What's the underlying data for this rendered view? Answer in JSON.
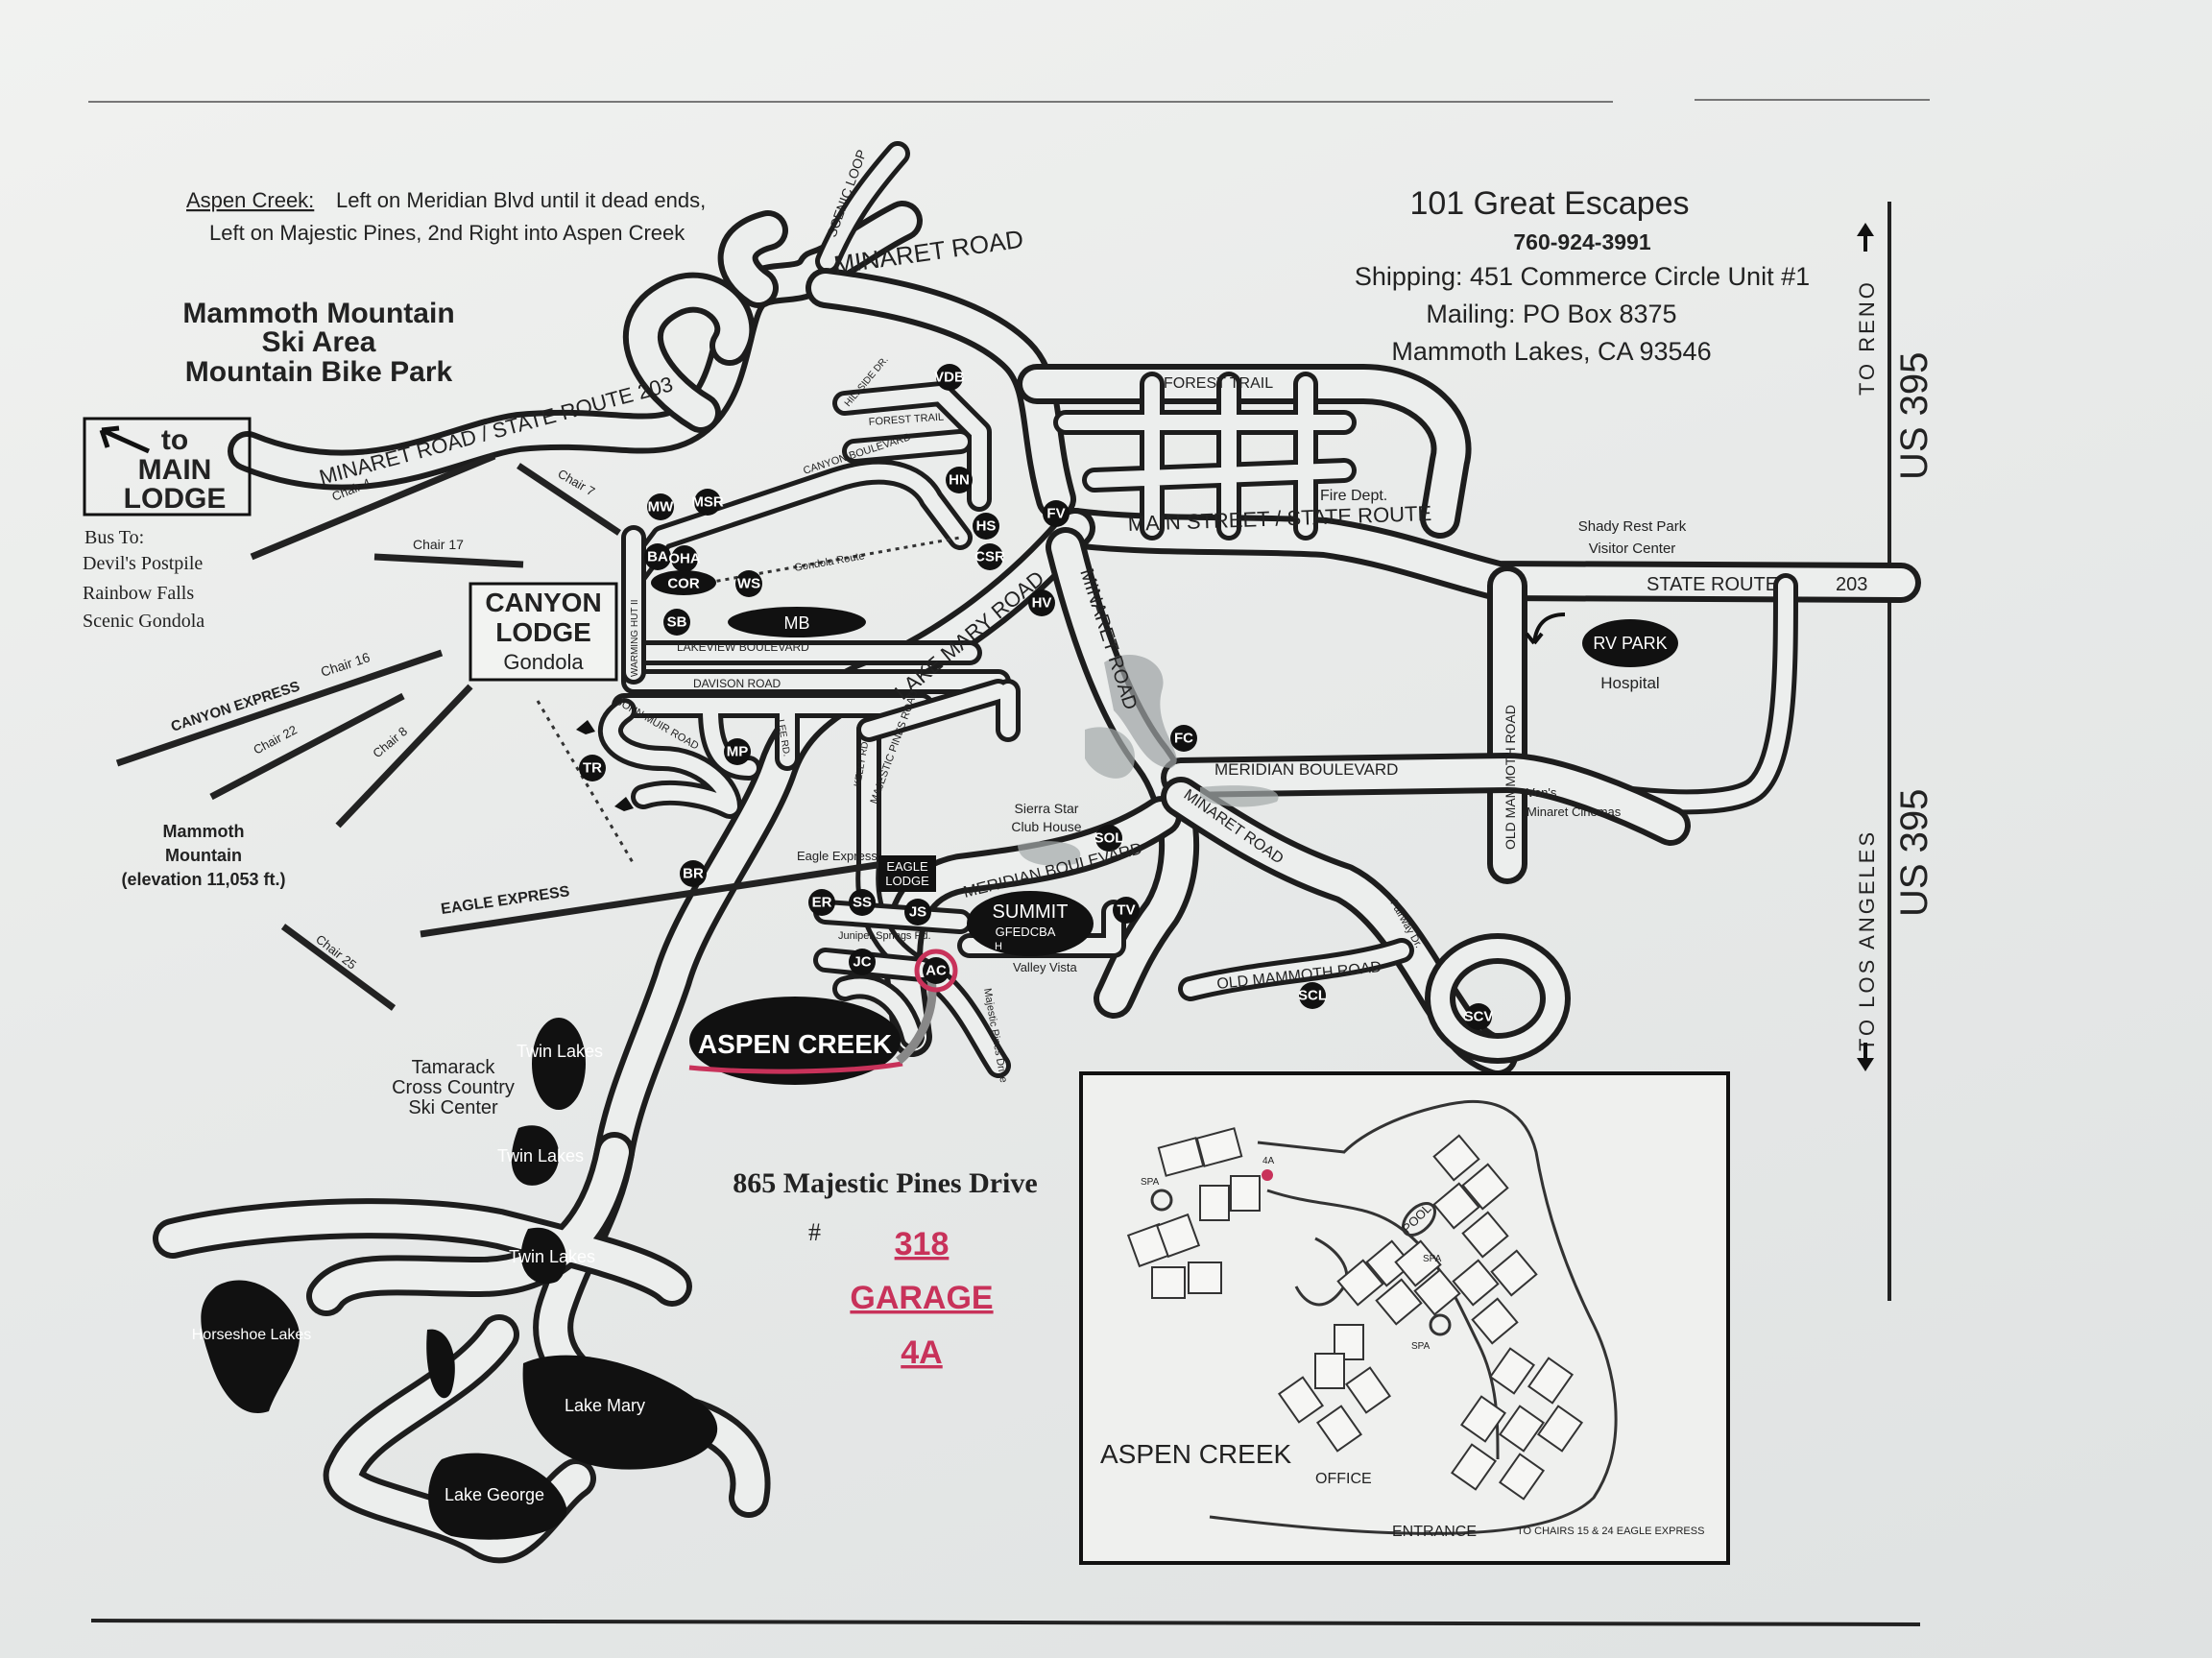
{
  "directions": {
    "place": "Aspen Creek:",
    "line1": "Left on Meridian Blvd until it dead ends,",
    "line2": "Left on Majestic Pines, 2nd Right into Aspen Creek"
  },
  "company": {
    "name": "101 Great Escapes",
    "phone": "760-924-3991",
    "shipping": "Shipping: 451 Commerce Circle Unit #1",
    "mailing": "Mailing: PO Box 8375",
    "city": "Mammoth Lakes, CA 93546"
  },
  "mountain": {
    "line1": "Mammoth Mountain",
    "line2": "Ski Area",
    "line3": "Mountain Bike Park"
  },
  "main_lodge": {
    "to": "to",
    "line1": "MAIN",
    "line2": "LODGE"
  },
  "bus": {
    "title": "Bus To:",
    "stops": [
      "Devil's Postpile",
      "Rainbow Falls",
      "Scenic Gondola"
    ]
  },
  "canyon_lodge": {
    "line1": "CANYON",
    "line2": "LODGE",
    "sub": "Gondola"
  },
  "summit": {
    "name": "SUMMIT",
    "sub": "GFEDCBA",
    "sub2": "H"
  },
  "aspen_creek_label": "ASPEN CREEK",
  "elevation": {
    "line1": "Mammoth",
    "line2": "Mountain",
    "line3": "(elevation 11,053 ft.)"
  },
  "tamarack": {
    "line1": "Tamarack",
    "line2": "Cross Country",
    "line3": "Ski Center"
  },
  "address": "865 Majestic Pines Drive",
  "unit": {
    "hash": "#",
    "number": "318",
    "garage": "GARAGE",
    "space": "4A"
  },
  "roads": {
    "minaret_road": "MINARET ROAD",
    "minaret_sr": "MINARET ROAD / STATE ROUTE 203",
    "scenic_loop": "SCENIC LOOP",
    "forest_trail": "FOREST TRAIL",
    "main_street": "MAIN STREET / STATE ROUTE",
    "state_route": "STATE ROUTE",
    "sr_num": "203",
    "lake_mary": "LAKE MARY ROAD",
    "minaret_vert": "MINARET ROAD",
    "meridian": "MERIDIAN BOULEVARD",
    "meridian2": "MERIDIAN BOULEVARD",
    "old_mammoth_rd_v": "OLD MAMMOTH ROAD",
    "old_mammoth_rd": "OLD MAMMOTH ROAD",
    "minaret_road_lower": "MINARET ROAD",
    "lakeview": "LAKEVIEW BOULEVARD",
    "davison": "DAVISON ROAD",
    "canyon_blvd": "CANYON BOULEVARD",
    "majestic": "MAJESTIC PINES ROAD",
    "valley_vista": "Valley Vista",
    "juniper": "Juniper Springs Rd.",
    "fairway": "Fairway Dr.",
    "john_muir": "JOHN MUIR ROAD",
    "lee": "LEE RD.",
    "kelly": "KELLY RD.",
    "warming_hut": "WARMING HUT II",
    "majestic_pines_drive": "Majestic Pines Drive",
    "forest_trail_small": "FOREST TRAIL",
    "hillside": "HILLSIDE DR.",
    "gondola_route": "Gondola Route"
  },
  "lifts": {
    "chair4": "Chair 4",
    "chair7": "Chair 7",
    "chair17": "Chair 17",
    "chair16": "Chair 16",
    "canyon_express": "CANYON EXPRESS",
    "chair22": "Chair 22",
    "chair8": "Chair 8",
    "eagle_express": "EAGLE EXPRESS",
    "eagle_express_small": "Eagle Express",
    "chair25": "Chair 25"
  },
  "places": {
    "fire_dept": "Fire Dept.",
    "shady_rest": "Shady Rest Park",
    "visitor": "Visitor Center",
    "rv_park": "RV PARK",
    "hospital": "Hospital",
    "vons": "Von's",
    "cinemas": "Minaret Cinemas",
    "sierra_star": "Sierra Star",
    "club_house": "Club House",
    "mb": "MB",
    "eagle_lodge1": "EAGLE",
    "eagle_lodge2": "LODGE"
  },
  "lakes": {
    "twin1": "Twin Lakes",
    "twin2": "Twin Lakes",
    "twin3": "Twin Lakes",
    "horseshoe": "Horseshoe Lakes",
    "mary": "Lake Mary",
    "george": "Lake George"
  },
  "us395": {
    "label": "US 395",
    "reno": "TO RENO",
    "la": "TO LOS ANGELES"
  },
  "markers": [
    "VDB",
    "MW",
    "MSR",
    "BA",
    "OHA",
    "COR",
    "WS",
    "SB",
    "HN",
    "HS",
    "CSR",
    "FV",
    "HV",
    "FC",
    "MP",
    "TR",
    "BR",
    "ER",
    "SS",
    "JS",
    "JC",
    "AC",
    "SOL",
    "TV",
    "SCL",
    "SCV"
  ],
  "inset": {
    "title": "ASPEN CREEK",
    "office": "OFFICE",
    "entrance": "ENTRANCE",
    "chairs": "TO CHAIRS 15 & 24  EAGLE EXPRESS",
    "pool": "POOL",
    "spa1": "SPA",
    "spa2": "SPA",
    "spa3": "SPA",
    "garage_marker": "4A"
  },
  "colors": {
    "accent_red": "#c8325a",
    "ink": "#1d1d1d",
    "paper": "#eceeed"
  }
}
